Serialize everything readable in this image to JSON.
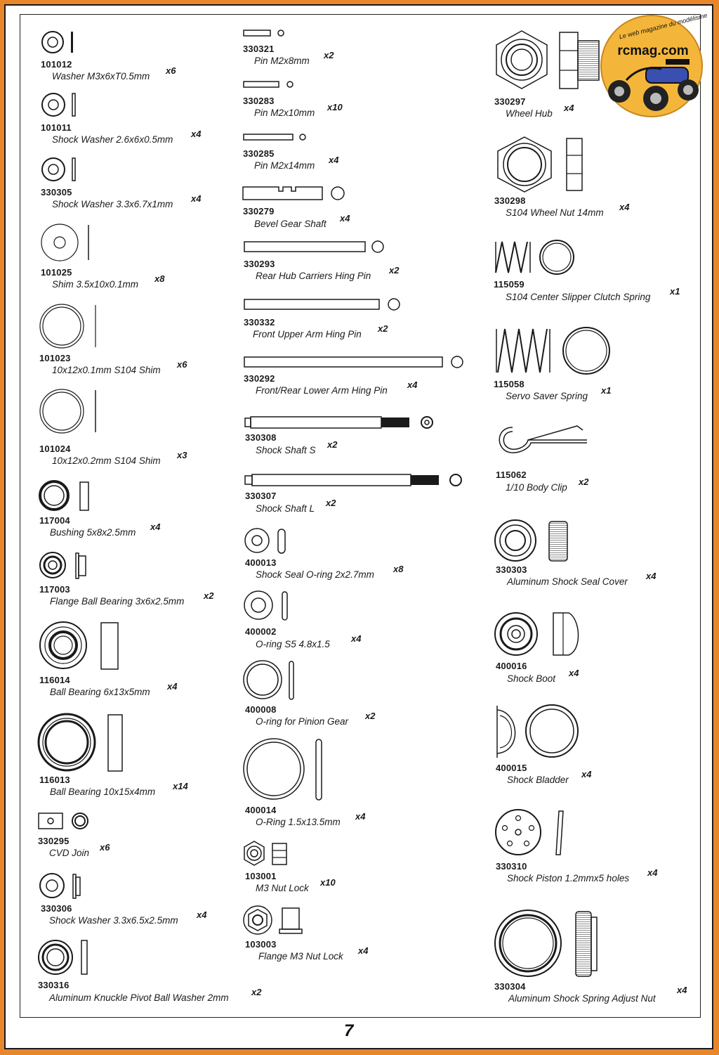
{
  "logo": {
    "name": "rcmag.com",
    "tagline": "Le web magazine du modélisme",
    "colors": {
      "disc": "#f4b63a",
      "car_body": "#3a4fb0"
    }
  },
  "page_number": "7",
  "colors": {
    "border": "#e8862a",
    "line": "#1a1a1a"
  },
  "parts": [
    {
      "number": "101012",
      "description": "Washer M3x6xT0.5mm",
      "qty": "x6"
    },
    {
      "number": "101011",
      "description": "Shock Washer 2.6x6x0.5mm",
      "qty": "x4"
    },
    {
      "number": "330305",
      "description": "Shock Washer 3.3x6.7x1mm",
      "qty": "x4"
    },
    {
      "number": "101025",
      "description": "Shim 3.5x10x0.1mm",
      "qty": "x8"
    },
    {
      "number": "101023",
      "description": "10x12x0.1mm S104 Shim",
      "qty": "x6"
    },
    {
      "number": "101024",
      "description": "10x12x0.2mm S104 Shim",
      "qty": "x3"
    },
    {
      "number": "117004",
      "description": "Bushing 5x8x2.5mm",
      "qty": "x4"
    },
    {
      "number": "117003",
      "description": "Flange Ball Bearing 3x6x2.5mm",
      "qty": "x2"
    },
    {
      "number": "116014",
      "description": "Ball Bearing 6x13x5mm",
      "qty": "x4"
    },
    {
      "number": "116013",
      "description": "Ball Bearing 10x15x4mm",
      "qty": "x14"
    },
    {
      "number": "330295",
      "description": "CVD Join",
      "qty": "x6"
    },
    {
      "number": "330306",
      "description": "Shock Washer 3.3x6.5x2.5mm",
      "qty": "x4"
    },
    {
      "number": "330316",
      "description": "Aluminum Knuckle Pivot Ball Washer 2mm",
      "qty": "x2"
    },
    {
      "number": "330321",
      "description": "Pin M2x8mm",
      "qty": "x2"
    },
    {
      "number": "330283",
      "description": "Pin M2x10mm",
      "qty": "x10"
    },
    {
      "number": "330285",
      "description": "Pin M2x14mm",
      "qty": "x4"
    },
    {
      "number": "330279",
      "description": "Bevel Gear Shaft",
      "qty": "x4"
    },
    {
      "number": "330293",
      "description": "Rear Hub Carriers Hing Pin",
      "qty": "x2"
    },
    {
      "number": "330332",
      "description": "Front Upper Arm Hing Pin",
      "qty": "x2"
    },
    {
      "number": "330292",
      "description": "Front/Rear Lower Arm Hing Pin",
      "qty": "x4"
    },
    {
      "number": "330308",
      "description": "Shock Shaft S",
      "qty": "x2"
    },
    {
      "number": "330307",
      "description": "Shock Shaft L",
      "qty": "x2"
    },
    {
      "number": "400013",
      "description": "Shock Seal O-ring 2x2.7mm",
      "qty": "x8"
    },
    {
      "number": "400002",
      "description": "O-ring S5   4.8x1.5",
      "qty": "x4"
    },
    {
      "number": "400008",
      "description": "O-ring for Pinion Gear",
      "qty": "x2"
    },
    {
      "number": "400014",
      "description": "O-Ring 1.5x13.5mm",
      "qty": "x4"
    },
    {
      "number": "103001",
      "description": "M3 Nut Lock",
      "qty": "x10"
    },
    {
      "number": "103003",
      "description": "Flange M3 Nut Lock",
      "qty": "x4"
    },
    {
      "number": "330297",
      "description": "Wheel Hub",
      "qty": "x4"
    },
    {
      "number": "330298",
      "description": "S104 Wheel Nut 14mm",
      "qty": "x4"
    },
    {
      "number": "115059",
      "description": "S104 Center Slipper Clutch Spring",
      "qty": "x1"
    },
    {
      "number": "115058",
      "description": "Servo Saver Spring",
      "qty": "x1"
    },
    {
      "number": "115062",
      "description": "1/10 Body Clip",
      "qty": "x2"
    },
    {
      "number": "330303",
      "description": "Aluminum Shock Seal Cover",
      "qty": "x4"
    },
    {
      "number": "400016",
      "description": "Shock Boot",
      "qty": "x4"
    },
    {
      "number": "400015",
      "description": "Shock Bladder",
      "qty": "x4"
    },
    {
      "number": "330310",
      "description": "Shock Piston 1.2mmx5 holes",
      "qty": "x4"
    },
    {
      "number": "330304",
      "description": "Aluminum Shock Spring Adjust Nut",
      "qty": "x4"
    }
  ]
}
